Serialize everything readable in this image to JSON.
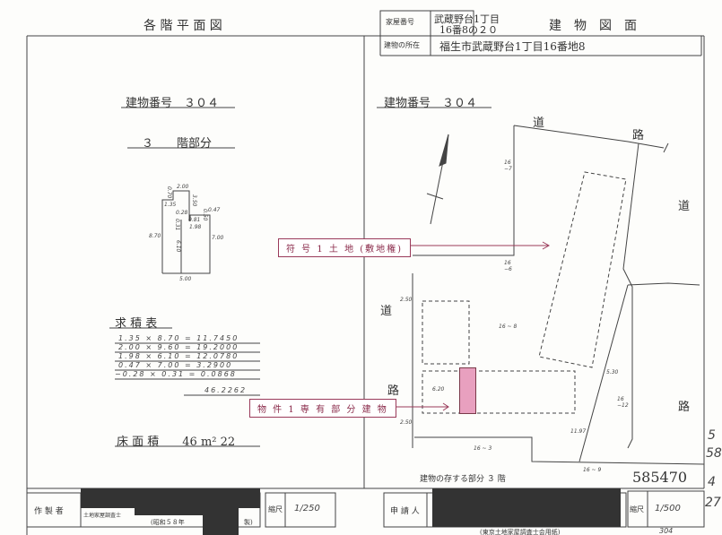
{
  "header": {
    "left_title": "各 階 平 面 図",
    "right_title": "建　物　図　面",
    "house_number_label": "家屋番号",
    "house_number_line1": "武蔵野台1丁目",
    "house_number_line2": "16番8の２０",
    "location_label": "建物の所在",
    "location_value": "福生市武蔵野台1丁目16番地8"
  },
  "floor_plan": {
    "building_number": "建物番号　３０４",
    "floor_label": "３　　階部分",
    "dims": [
      "2.00",
      "0.70",
      "1.35",
      "3.50",
      "0.28",
      "0.31",
      "0.81",
      "0.50",
      "0.47",
      "1.98",
      "8.70",
      "6.10",
      "7.00",
      "5.00"
    ],
    "area_table_title": "求 積 表",
    "area_rows": [
      "1.35 × 8.70 = 11.7450",
      "2.00 × 9.60 = 19.2000",
      "1.98 × 6.10 = 12.0780",
      "0.47 × 7.00 = 3.2900",
      "−0.28 × 0.31 = 0.0868"
    ],
    "area_total": "46.2262",
    "floor_area": "床 面 積　　46 m² 22"
  },
  "site_plan": {
    "building_number": "建物番号　３０４",
    "road_labels": [
      "道",
      "路",
      "道",
      "路",
      "道",
      "路"
    ],
    "lot_labels": [
      "16\n−7",
      "16\n−6",
      "16 ~ 8",
      "16\n−12",
      "16 ~ 3",
      "16 ~ 9"
    ],
    "dim_labels": [
      "6.20",
      "2.50",
      "2.50",
      "11.97",
      "5.30"
    ],
    "callout_land": "符 号 1 土 地 (敷地権)",
    "callout_building": "物 件 1 専 有 部 分 建 物",
    "floor_note": "建物の存する部分 ３ 階",
    "doc_number": "585470"
  },
  "footer": {
    "maker_label": "作 製 者",
    "maker_title": "土地家屋調査士",
    "maker_date": "(昭和５８年",
    "maker_suffix": "製)",
    "scale_label_left": "縮尺",
    "scale_left": "1/250",
    "applicant_label": "申 請 人",
    "scale_label_right": "縮尺",
    "scale_right": "1/500",
    "paper_note": "(東京土地家屋調査士会用紙)",
    "page_note": "304"
  },
  "margin_note": [
    "5",
    "58",
    "4",
    "27"
  ],
  "colors": {
    "highlight": "#e8a0bf",
    "callout_border": "#9a3a5a"
  }
}
